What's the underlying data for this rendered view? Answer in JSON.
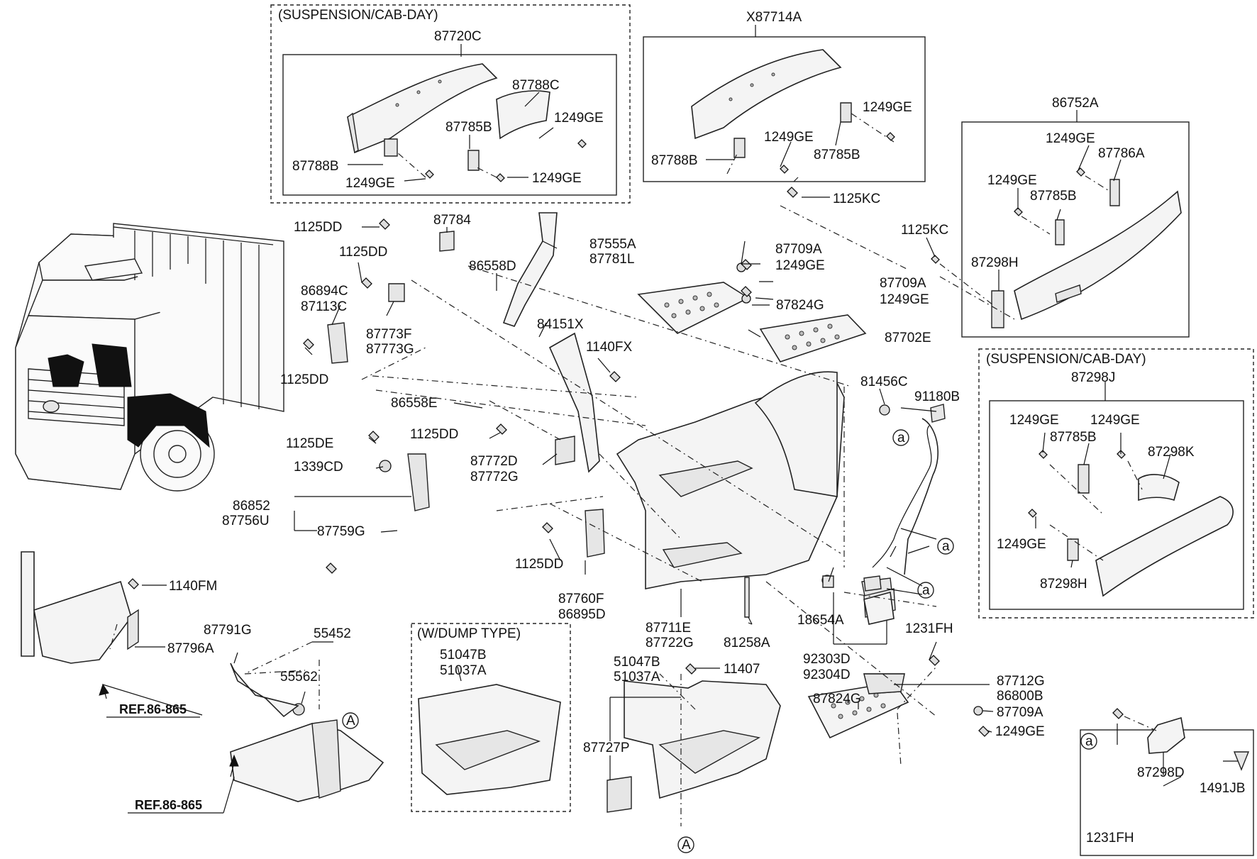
{
  "callouts": {
    "c_87720C": "87720C",
    "c_87788C": "87788C",
    "c_1249GE_a": "1249GE",
    "c_87785B_a": "87785B",
    "c_87788B_a": "87788B",
    "c_1249GE_b": "1249GE",
    "c_1249GE_c": "1249GE",
    "c_X87714A": "X87714A",
    "c_1249GE_d": "1249GE",
    "c_1249GE_e": "1249GE",
    "c_87785B_b": "87785B",
    "c_87788B_b": "87788B",
    "c_1125KC_a": "1125KC",
    "c_86752A": "86752A",
    "c_1249GE_f": "1249GE",
    "c_87786A": "87786A",
    "c_1249GE_g": "1249GE",
    "c_87785B_c": "87785B",
    "c_1125KC_b": "1125KC",
    "c_87298H_a": "87298H",
    "c_1125DD_a": "1125DD",
    "c_87784": "87784",
    "c_87555A": "87555A",
    "c_87781L": "87781L",
    "c_1125DD_b": "1125DD",
    "c_86558D": "86558D",
    "c_86894C": "86894C",
    "c_87113C": "87113C",
    "c_87773F": "87773F",
    "c_87773G": "87773G",
    "c_84151X": "84151X",
    "c_1125DD_c": "1125DD",
    "c_1140FX": "1140FX",
    "c_87709A_a": "87709A",
    "c_1249GE_h": "1249GE",
    "c_87824G_a": "87824G",
    "c_87709A_b": "87709A",
    "c_1249GE_i": "1249GE",
    "c_87702E": "87702E",
    "c_81456C": "81456C",
    "c_91180B": "91180B",
    "c_86558E": "86558E",
    "c_1125DD_d": "1125DD",
    "c_1125DE": "1125DE",
    "c_1339CD": "1339CD",
    "c_87772D": "87772D",
    "c_87772G": "87772G",
    "c_86852": "86852",
    "c_87756U": "87756U",
    "c_87759G": "87759G",
    "c_1125DD_e": "1125DD",
    "c_87760F": "87760F",
    "c_86895D": "86895D",
    "c_87711E": "87711E",
    "c_87722G": "87722G",
    "c_81258A": "81258A",
    "c_18654A": "18654A",
    "c_92303D": "92303D",
    "c_92304D": "92304D",
    "c_1140FM": "1140FM",
    "c_87796A": "87796A",
    "c_87791G": "87791G",
    "c_55452": "55452",
    "c_55562": "55562",
    "c_51047B_a": "51047B",
    "c_51037A_a": "51037A",
    "c_51047B_b": "51047B",
    "c_51037A_b": "51037A",
    "c_11407": "11407",
    "c_87727P": "87727P",
    "c_1231FH_a": "1231FH",
    "c_87712G": "87712G",
    "c_86800B": "86800B",
    "c_87709A_c": "87709A",
    "c_1249GE_j": "1249GE",
    "c_87824G_b": "87824G",
    "c_87298J": "87298J",
    "c_1249GE_k": "1249GE",
    "c_1249GE_l": "1249GE",
    "c_87785B_d": "87785B",
    "c_87298K": "87298K",
    "c_1249GE_m": "1249GE",
    "c_87298H_b": "87298H",
    "c_87298D": "87298D",
    "c_1491JB": "1491JB",
    "c_1231FH_b": "1231FH"
  },
  "groups": {
    "suspension_cab_day_top": "(SUSPENSION/CAB-DAY)",
    "suspension_cab_day_right": "(SUSPENSION/CAB-DAY)",
    "w_dump_type": "(W/DUMP TYPE)"
  },
  "references": {
    "ref_1": "REF.86-865",
    "ref_2": "REF.86-865"
  },
  "markers": {
    "a1": "a",
    "a2": "a",
    "a3": "a",
    "a_inset": "a",
    "A1": "A",
    "A2": "A"
  }
}
